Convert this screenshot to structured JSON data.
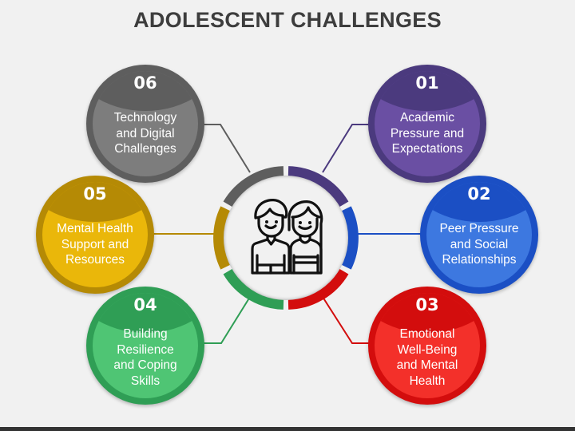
{
  "title": "ADOLESCENT CHALLENGES",
  "center": {
    "icon": "two-adolescents-icon"
  },
  "items": [
    {
      "number": "01",
      "label_lines": [
        "Academic",
        "Pressure and",
        "Expectations"
      ],
      "label": "Academic Pressure and Expectations",
      "outer_color": "#4b3a7e",
      "inner_color": "#6a4fa3"
    },
    {
      "number": "02",
      "label_lines": [
        "Peer Pressure",
        "and Social",
        "Relationships"
      ],
      "label": "Peer Pressure and Social Relationships",
      "outer_color": "#1b4fc4",
      "inner_color": "#3d78e0"
    },
    {
      "number": "03",
      "label_lines": [
        "Emotional",
        "Well-Being",
        "and Mental",
        "Health"
      ],
      "label": "Emotional Well-Being and Mental Health",
      "outer_color": "#d30d0d",
      "inner_color": "#f3302a"
    },
    {
      "number": "04",
      "label_lines": [
        "Building",
        "Resilience",
        "and Coping",
        "Skills"
      ],
      "label": "Building Resilience and Coping Skills",
      "outer_color": "#2f9e55",
      "inner_color": "#4fc574"
    },
    {
      "number": "05",
      "label_lines": [
        "Mental Health",
        "Support and",
        "Resources"
      ],
      "label": "Mental Health Support and Resources",
      "outer_color": "#b58a05",
      "inner_color": "#eab70a"
    },
    {
      "number": "06",
      "label_lines": [
        "Technology",
        "and Digital",
        "Challenges"
      ],
      "label": "Technology and Digital Challenges",
      "outer_color": "#5e5e5e",
      "inner_color": "#7d7d7d"
    }
  ]
}
